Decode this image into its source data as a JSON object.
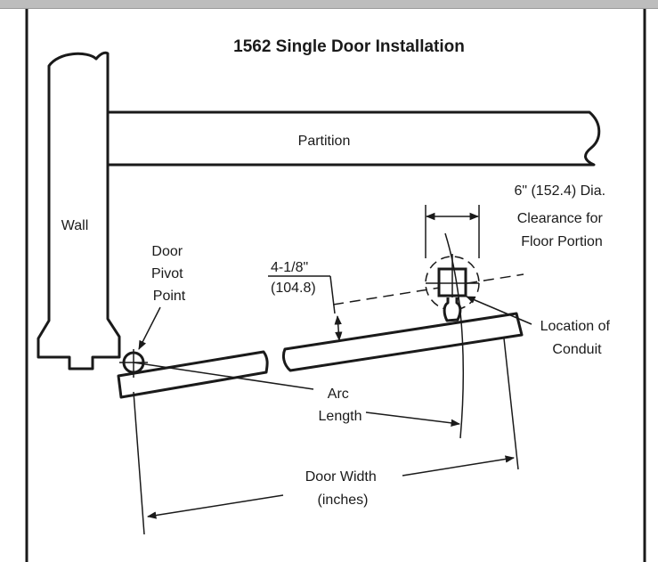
{
  "title": "1562 Single Door Installation",
  "labels": {
    "partition": "Partition",
    "wall": "Wall",
    "pivot": [
      "Door",
      "Pivot",
      "Point"
    ],
    "offset": [
      "4-1/8\"",
      "(104.8)"
    ],
    "clearance": [
      "6\" (152.4) Dia.",
      "Clearance for",
      "Floor Portion"
    ],
    "conduit": [
      "Location of",
      "Conduit"
    ],
    "arc": [
      "Arc",
      "Length"
    ],
    "door_width": [
      "Door Width",
      "(inches)"
    ]
  }
}
